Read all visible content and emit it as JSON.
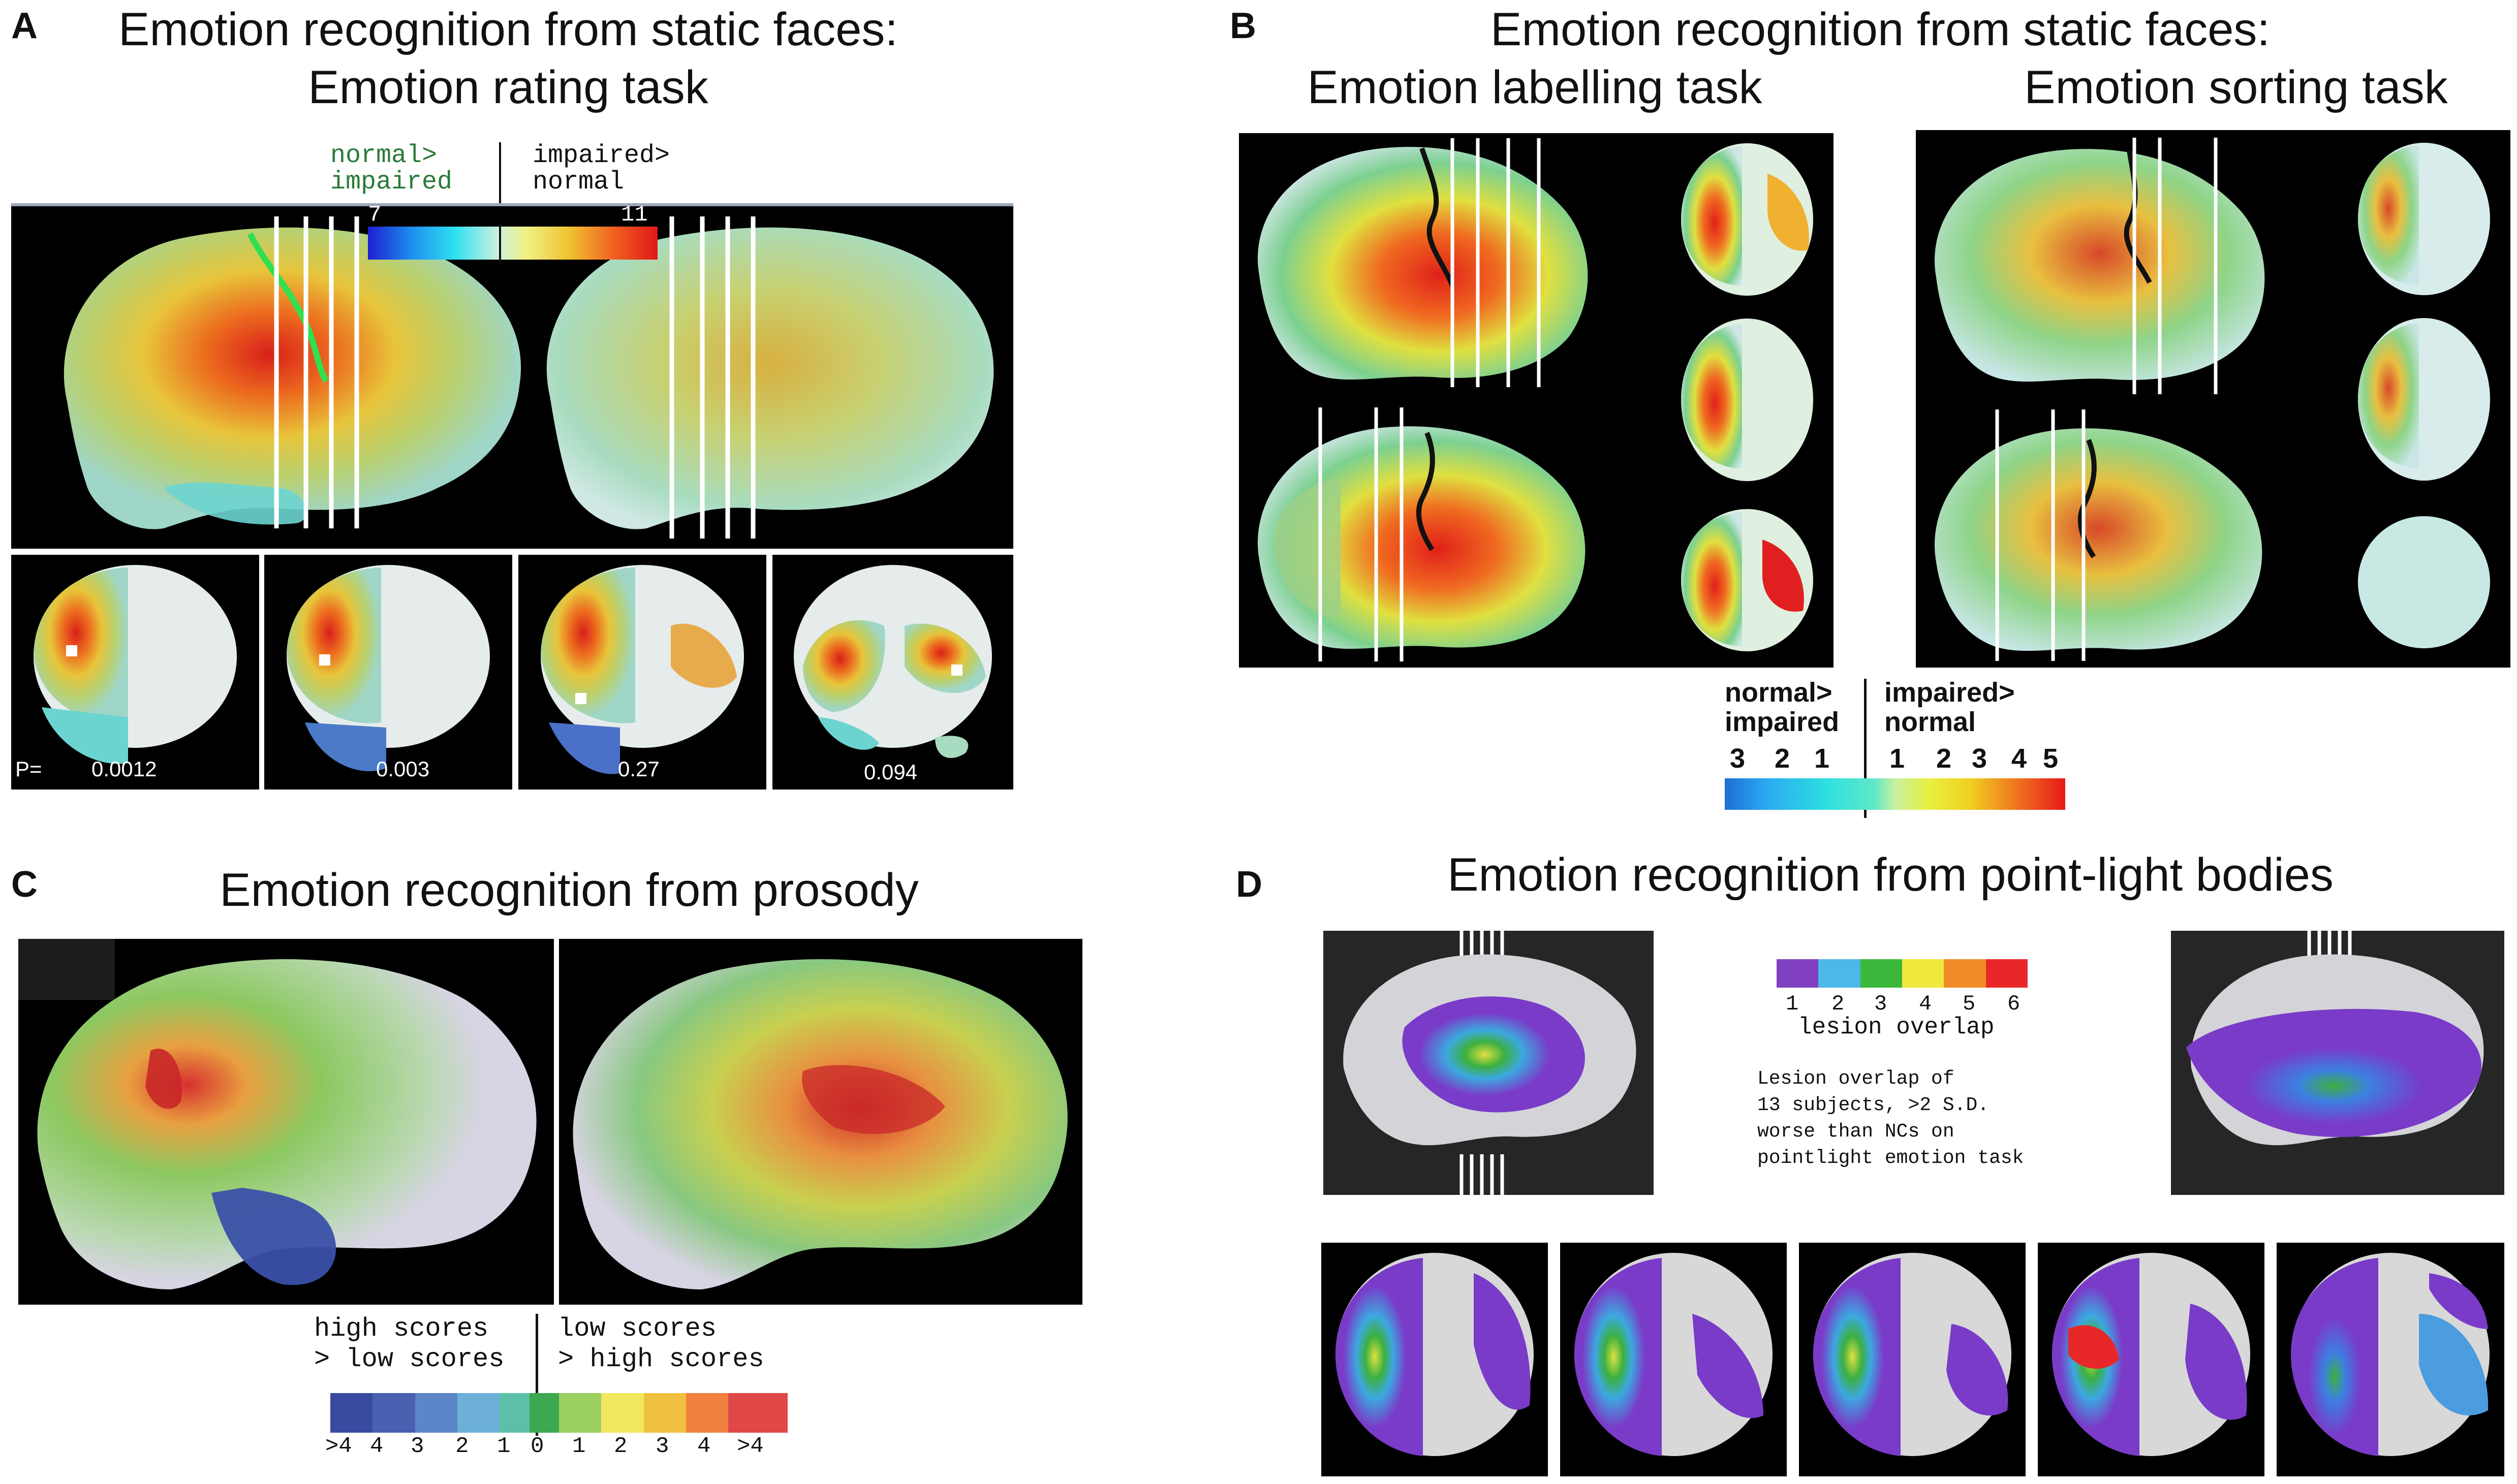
{
  "panels": {
    "A": {
      "label": "A",
      "title_line1": "Emotion recognition from static faces:",
      "title_line2": "Emotion rating task",
      "legend": {
        "left_line1": "normal>",
        "left_line2": "impaired",
        "right_line1": "impaired>",
        "right_line2": "normal",
        "min": "7",
        "max": "11"
      },
      "p_prefix": "P=",
      "p_values": [
        "0.0012",
        "0.003",
        "0.27",
        "0.094"
      ]
    },
    "B": {
      "label": "B",
      "title_line1": "Emotion recognition from static faces:",
      "sub_left": "Emotion labelling task",
      "sub_right": "Emotion sorting task",
      "legend": {
        "left_line1": "normal>",
        "left_line2": "impaired",
        "right_line1": "impaired>",
        "right_line2": "normal",
        "left_ticks": [
          "3",
          "2",
          "1"
        ],
        "right_ticks": [
          "1",
          "2",
          "3",
          "4",
          "5"
        ]
      }
    },
    "C": {
      "label": "C",
      "title": "Emotion recognition from prosody",
      "legend": {
        "left_line1": "high scores",
        "left_line2": "> low scores",
        "right_line1": "low scores",
        "right_line2": "> high scores",
        "ticks": [
          ">4",
          "4",
          "3",
          "2",
          "1",
          "0",
          "1",
          "2",
          "3",
          "4",
          ">4"
        ]
      }
    },
    "D": {
      "label": "D",
      "title": "Emotion recognition from point-light bodies",
      "legend": {
        "ticks": [
          "1",
          "2",
          "3",
          "4",
          "5",
          "6"
        ],
        "caption": "lesion overlap",
        "note_lines": [
          "Lesion overlap of",
          "13 subjects, >2 S.D.",
          "worse than NCs on",
          "pointlight emotion task"
        ]
      }
    }
  },
  "colors": {
    "jet": [
      "#1a2ad8",
      "#1f8ff0",
      "#2fe0e8",
      "#a6f0c8",
      "#e8f07a",
      "#f5c428",
      "#f07a18",
      "#e8201a"
    ],
    "purple": "#7a3bc8",
    "overlap_scale": [
      "#8040c0",
      "#4cb8e8",
      "#3cb83c",
      "#f0e83c",
      "#f08c28",
      "#e82828"
    ],
    "prosody_scale": [
      "#3a4aa0",
      "#4a60b0",
      "#5c86c8",
      "#6cb0d8",
      "#5cc0a8",
      "#3ca850",
      "#9cd060",
      "#f0e860",
      "#f0c040",
      "#f08040",
      "#e04848"
    ]
  }
}
